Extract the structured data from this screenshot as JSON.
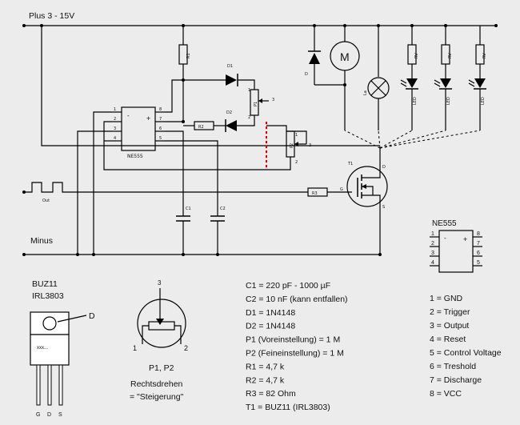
{
  "colors": {
    "background": "#ececec",
    "wire": "#000000",
    "jumper": "#dd0000"
  },
  "schematic": {
    "supply_label": "Plus 3 - 15V",
    "ground_label": "Minus",
    "out_label": "Out",
    "ic": {
      "name": "NE555",
      "pins_left": [
        "1",
        "2",
        "3",
        "4"
      ],
      "pins_right": [
        "8",
        "7",
        "6",
        "5"
      ],
      "minus": "-",
      "plus": "+"
    },
    "parts": {
      "r1": "R1",
      "r2": "R2",
      "r3": "R3",
      "d1": "D1",
      "d2": "D2",
      "p1": "P1",
      "p2": "P2",
      "c1": "C1",
      "c2": "C2",
      "t1": "T1",
      "diode_d": "D",
      "motor": "M",
      "la": "La",
      "rv": "RV",
      "led": "LED",
      "gate": "G",
      "drain": "D",
      "source": "S",
      "pot_wiper": "3",
      "pot_a": "1",
      "pot_b": "2"
    }
  },
  "ne555_pinout": {
    "title": "NE555",
    "pins_left": [
      "1",
      "2",
      "3",
      "4"
    ],
    "pins_right": [
      "8",
      "7",
      "6",
      "5"
    ],
    "plus": "+",
    "minus": "-"
  },
  "mosfet_package": {
    "title_line1": "BUZ11",
    "title_line2": "IRL3803",
    "tab_label": "D",
    "body_text": "xxx...",
    "pin_labels": [
      "G",
      "D",
      "S"
    ]
  },
  "pot_detail": {
    "wiper": "3",
    "pin1": "1",
    "pin2": "2",
    "caption": "P1, P2",
    "note_line1": "Rechtsdrehen",
    "note_line2": "= \"Steigerung\""
  },
  "component_list": [
    "C1 = 220 pF - 1000 µF",
    "C2 = 10 nF (kann entfallen)",
    "D1 = 1N4148",
    "D2 = 1N4148",
    "P1 (Voreinstellung) = 1 M",
    "P2 (Feineinstellung) = 1 M",
    "R1 = 4,7 k",
    "R2 = 4,7 k",
    "R3 = 82 Ohm",
    "T1 = BUZ11 (IRL3803)"
  ],
  "pin_function_list": [
    "1 = GND",
    "2 = Trigger",
    "3 = Output",
    "4 = Reset",
    "5 = Control Voltage",
    "6 = Treshold",
    "7 = Discharge",
    "8 = VCC"
  ]
}
